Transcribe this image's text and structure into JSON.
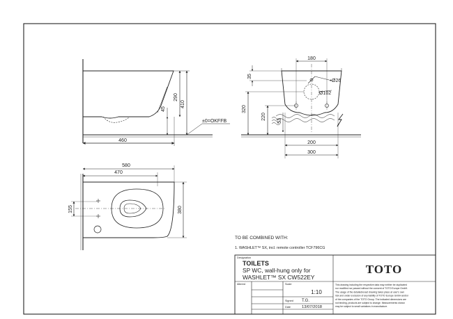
{
  "dims": {
    "side": {
      "d460": "460",
      "d290": "290",
      "d410": "410",
      "d45": "45",
      "floor": "±0=OKFFB"
    },
    "rear": {
      "d180": "180",
      "d35": "35",
      "d26": "Ø26",
      "d102": "Ø102",
      "d320": "320",
      "d220": "220",
      "d53": "53",
      "d200": "200",
      "d300": "300"
    },
    "top": {
      "d580": "580",
      "d470": "470",
      "d155": "155",
      "d380": "380"
    }
  },
  "combined": {
    "heading": "TO BE COMBINED WITH:",
    "item1": "1. WASHLET™ SX, incl. remote controller  TCF796CG"
  },
  "title_block": {
    "designation_label": "Designation",
    "product_title": "TOILETS",
    "product_line1": "SP WC, wall-hung only for",
    "product_line2": "WASHLET™ SX CW522EY",
    "brand": "TOTO",
    "altered_label": "Altered",
    "scale_label": "Scale",
    "scale_value": "1:10",
    "signed_label": "Signed",
    "signed_value": "T.G.",
    "date_label": "Date",
    "date_value": "13/07/2018",
    "disclaimer": [
      "This drawing including the respective data may neither be duplicated",
      "nor modified nor passed without the consent of TOTO Europe GmbH.",
      "The usage of the detailed/exact drawing takes place at user's own",
      "risk and under exclusion of any liability of TOTO Europe GmbH and/or",
      "of the companies of the TOTO Group. The indicated dimensions are",
      "not binding, products are subject to change. Measurements shown",
      "may be subject to small variations in manufacture."
    ]
  }
}
